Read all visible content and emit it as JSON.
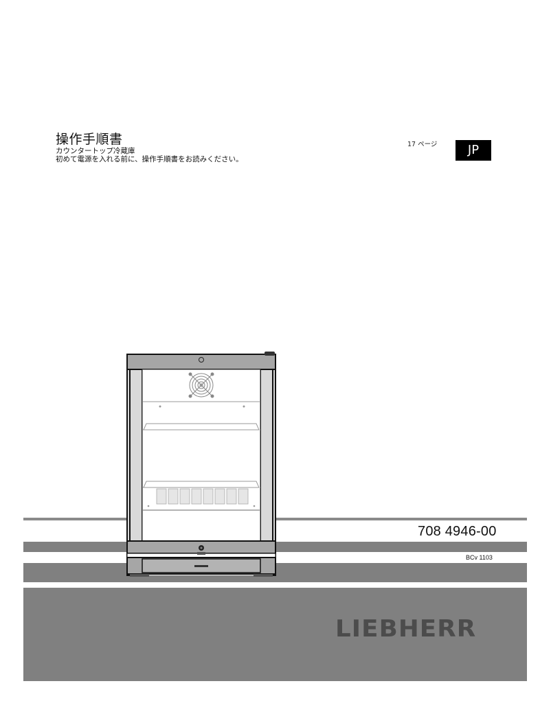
{
  "header": {
    "title": "操作手順書",
    "subtitle": "カウンタートップ冷蔵庫",
    "instruction": "初めて電源を入れる前に、操作手順書をお読みください。",
    "page_reference": "17 ページ",
    "language_badge": "JP"
  },
  "illustration": {
    "subject": "countertop-refrigerator",
    "shelves": 2,
    "vent_slots": 8
  },
  "footer": {
    "document_number": "708 4946-00",
    "model": "BCv 1103",
    "brand": "LIEBHERR"
  },
  "colors": {
    "band_gray": "#808080",
    "brand_text": "#4c4c4c",
    "badge_bg": "#000000",
    "badge_text": "#ffffff"
  }
}
